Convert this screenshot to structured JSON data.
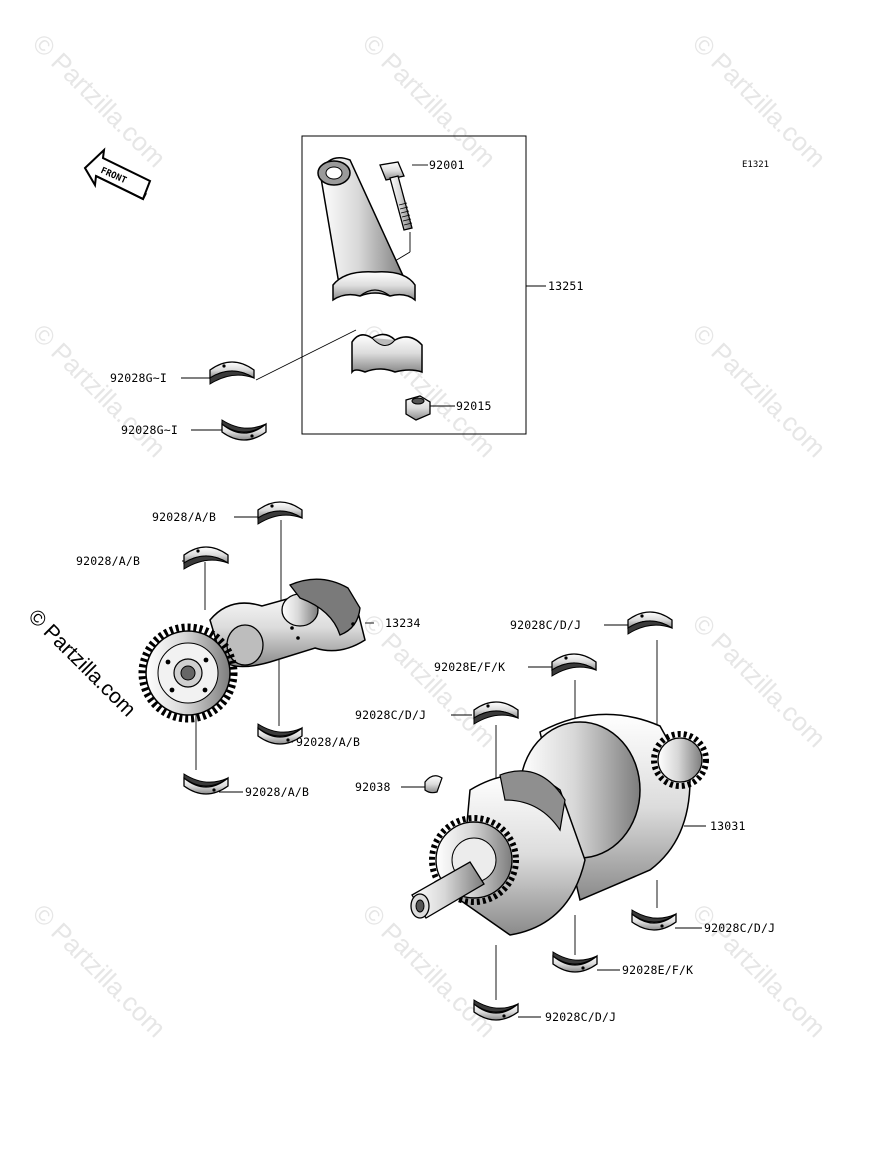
{
  "diagram_code": "E1321",
  "direction_label": "FRONT",
  "watermark": "© Partzilla.com",
  "brand": "© Partzilla.com",
  "labels": {
    "p92001": "92001",
    "p13251": "13251",
    "p92015": "92015",
    "p92028Gi_a": "92028G~I",
    "p92028Gi_b": "92028G~I",
    "p92028AB_1": "92028/A/B",
    "p92028AB_2": "92028/A/B",
    "p13234": "13234",
    "p92028AB_3": "92028/A/B",
    "p92028AB_4": "92028/A/B",
    "p92028CDJ_1": "92028C/D/J",
    "p92028EFK_1": "92028E/F/K",
    "p92028CDJ_2": "92028C/D/J",
    "p92038": "92038",
    "p13031": "13031",
    "p92028CDJ_3": "92028C/D/J",
    "p92028EFK_2": "92028E/F/K",
    "p92028CDJ_4": "92028C/D/J"
  }
}
